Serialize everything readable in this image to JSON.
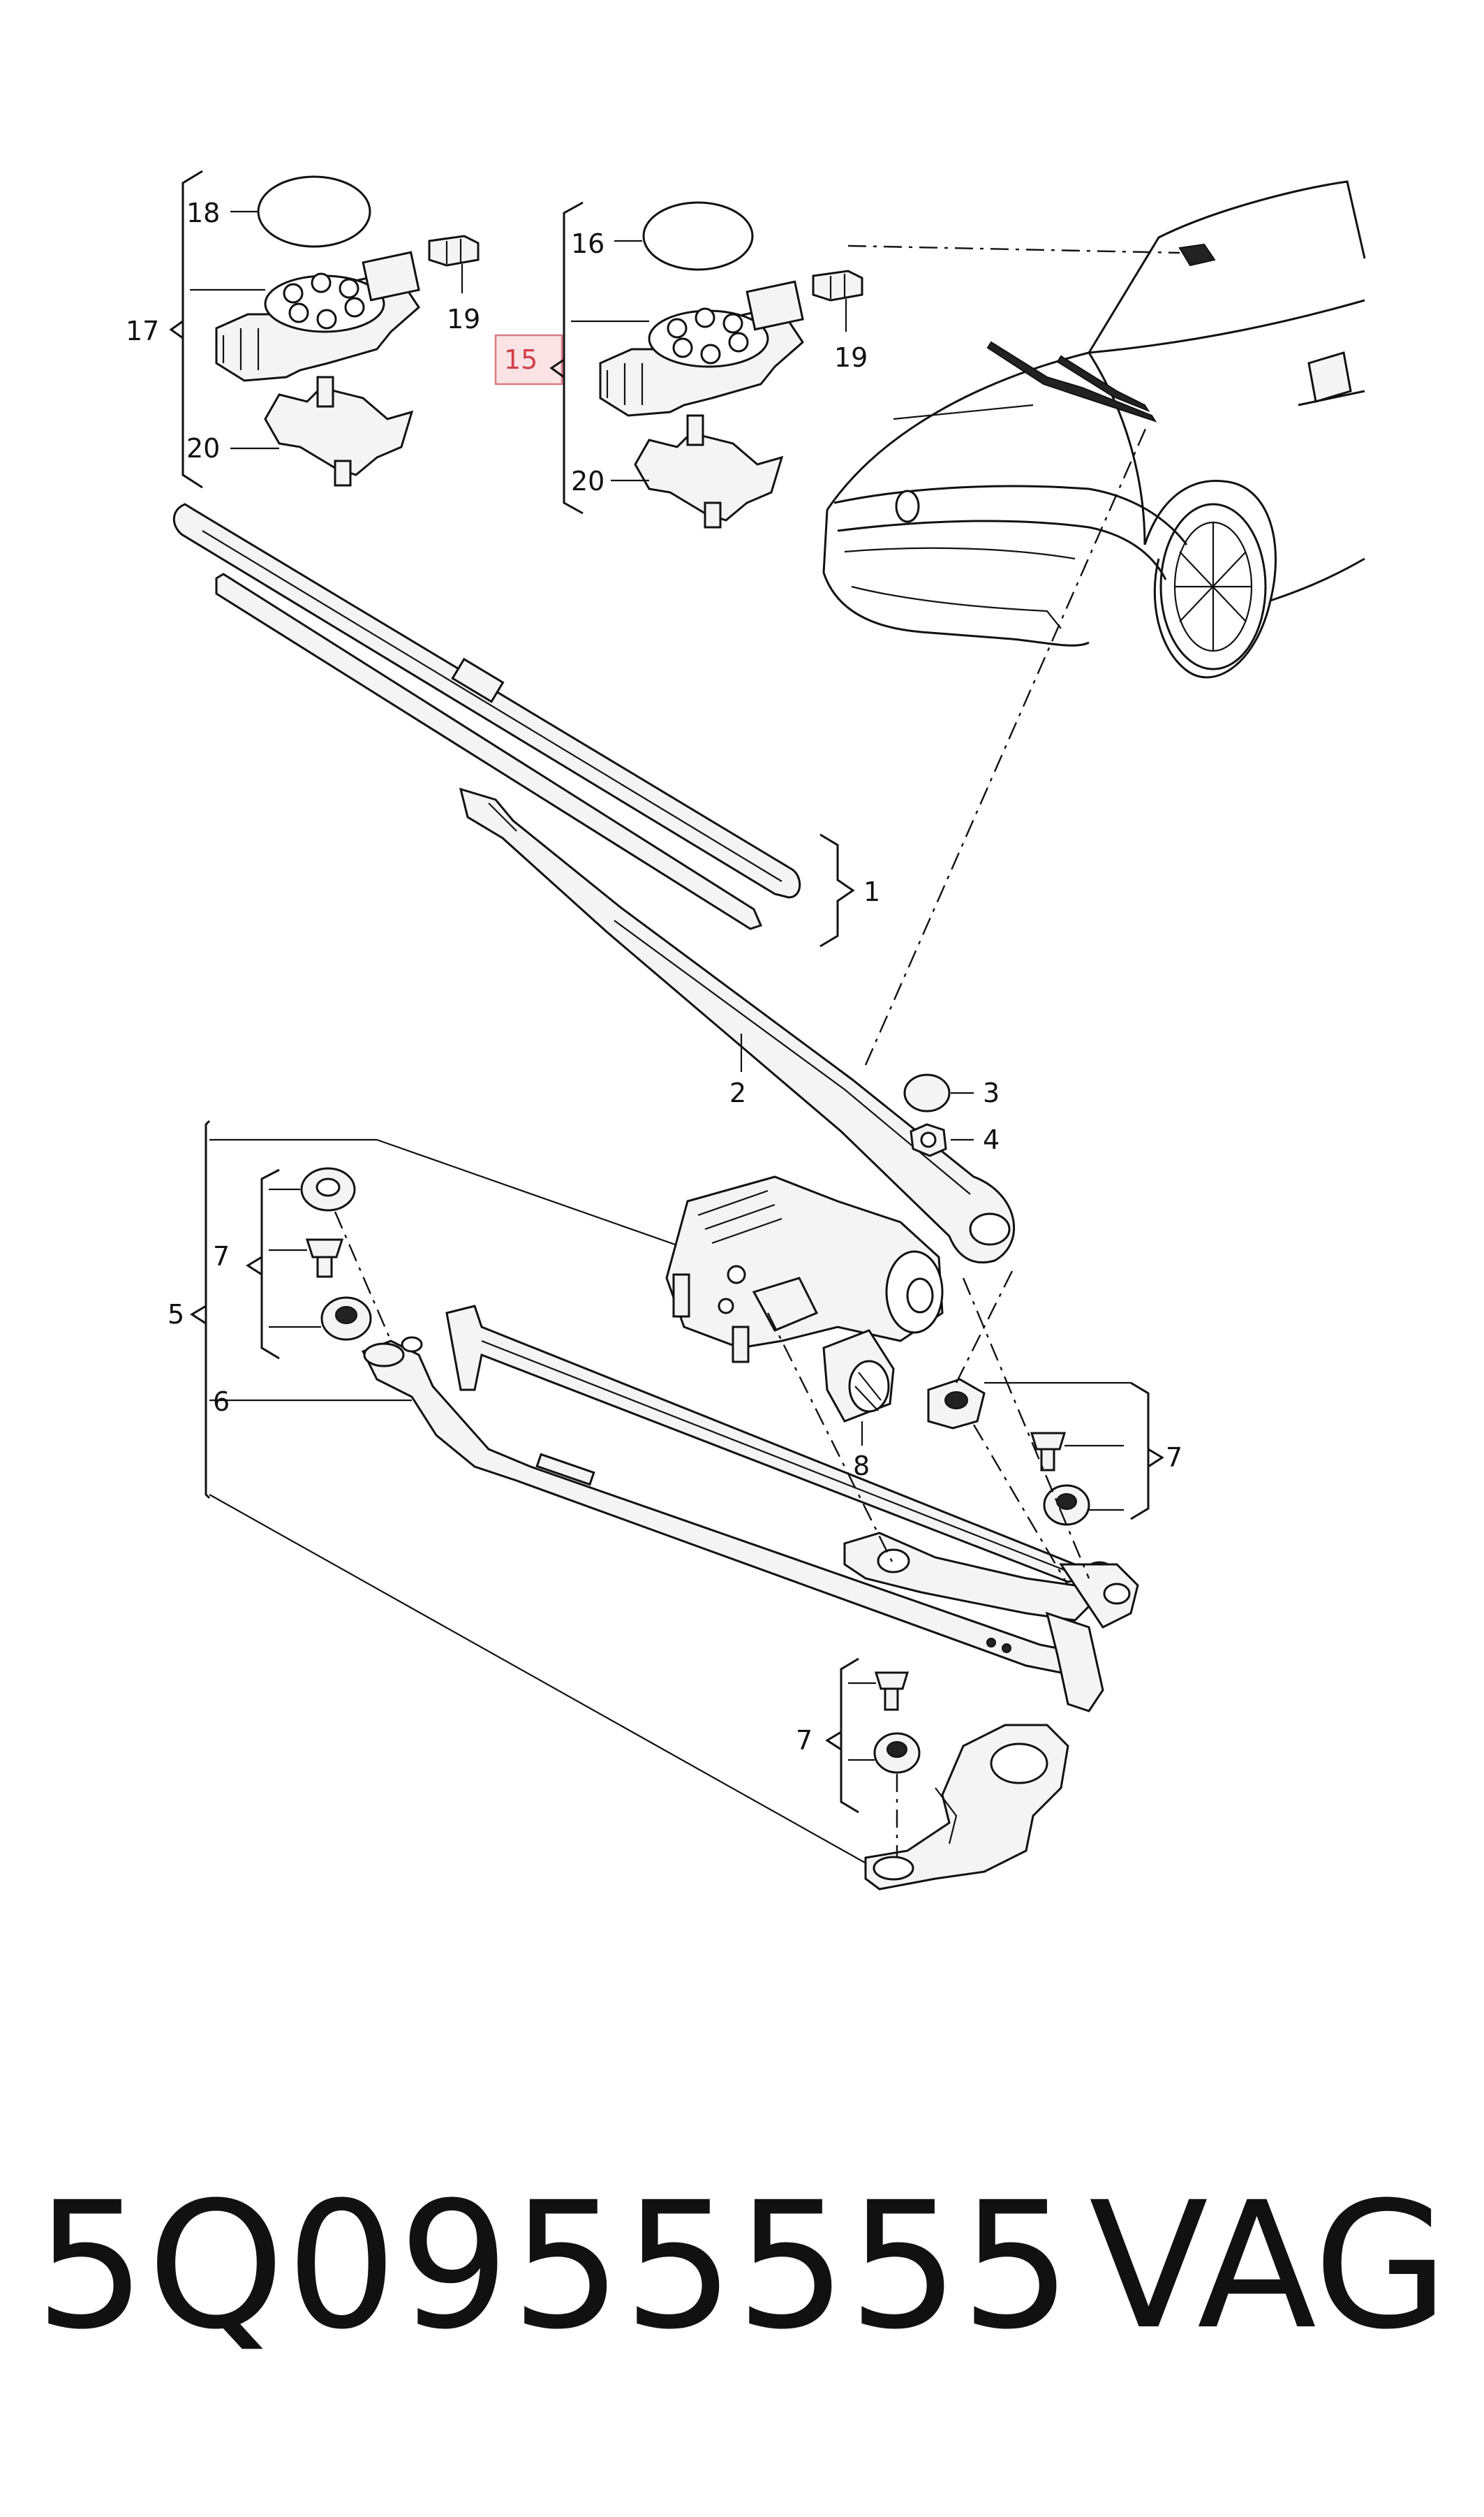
{
  "callouts": {
    "c1": "1",
    "c2": "2",
    "c3": "3",
    "c4": "4",
    "c5": "5",
    "c6": "6",
    "c7a": "7",
    "c7b": "7",
    "c7c": "7",
    "c8": "8",
    "c15": "15",
    "c16": "16",
    "c17": "17",
    "c18": "18",
    "c19a": "19",
    "c19b": "19",
    "c20a": "20",
    "c20b": "20"
  },
  "highlighted_callout": "15",
  "footer": {
    "part_number": "5Q0955555",
    "brand": "VAG"
  },
  "colors": {
    "line": "#111111",
    "highlight_fill": "#fbe3e5",
    "highlight_stroke": "#d77a82",
    "highlight_text": "#d0404a"
  }
}
